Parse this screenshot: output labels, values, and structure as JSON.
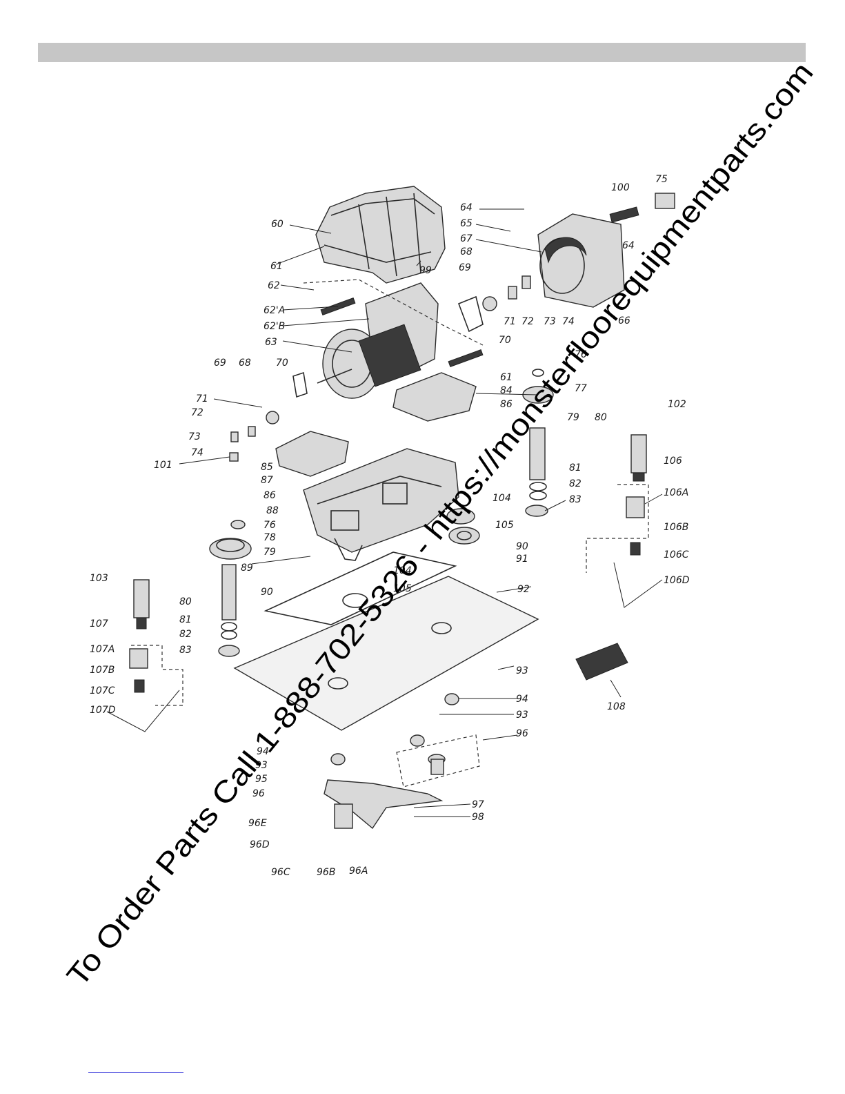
{
  "page": {
    "header_bar_color": "#c6c6c6",
    "watermark_text": "To Order Parts Call 1-888-702-5326 - https://monsterfloorequipmentparts.com",
    "footer_link_color": "#2a2ad8"
  },
  "diagram": {
    "labels": {
      "l60": "60",
      "l61": "61",
      "l99": "99",
      "l64": "64",
      "l65": "65",
      "l67": "67",
      "l68": "68",
      "l69": "69",
      "l100": "100",
      "l75": "75",
      "l64b": "64",
      "l66": "66",
      "l62": "62",
      "l62a": "62'A",
      "l62b": "62'B",
      "l63": "63",
      "l70": "70",
      "l71": "71",
      "l72": "72",
      "l73": "73",
      "l74": "74",
      "l69b": "69",
      "l68b": "68",
      "l70b": "70",
      "l71b": "71",
      "l72b": "72",
      "l73b": "73",
      "l74b": "74",
      "l101": "101",
      "l61b": "61",
      "l84": "84",
      "l86": "86",
      "l76": "76",
      "l77": "77",
      "l85": "85",
      "l87": "87",
      "l86b": "86",
      "l88": "88",
      "l79": "79",
      "l80": "80",
      "l81": "81",
      "l82": "82",
      "l83": "83",
      "l102": "102",
      "l106": "106",
      "l106a": "106A",
      "l106b": "106B",
      "l106c": "106C",
      "l106d": "106D",
      "l104": "104",
      "l105": "105",
      "l90": "90",
      "l91": "91",
      "l76b": "76",
      "l78": "78",
      "l79b": "79",
      "l89": "89",
      "l104b": "104",
      "l105b": "105",
      "l90b": "90",
      "l92": "92",
      "l103": "103",
      "l80b": "80",
      "l81b": "81",
      "l82b": "82",
      "l83b": "83",
      "l107": "107",
      "l107a": "107A",
      "l107b": "107B",
      "l107c": "107C",
      "l107d": "107D",
      "l93": "93",
      "l108": "108",
      "l94": "94",
      "l93b": "93",
      "l96": "96",
      "l94b": "94",
      "l93c": "93",
      "l95": "95",
      "l96b": "96",
      "l97": "97",
      "l98": "98",
      "l96e": "96E",
      "l96d": "96D",
      "l96c": "96C",
      "l96bb": "96B",
      "l96a": "96A"
    }
  }
}
